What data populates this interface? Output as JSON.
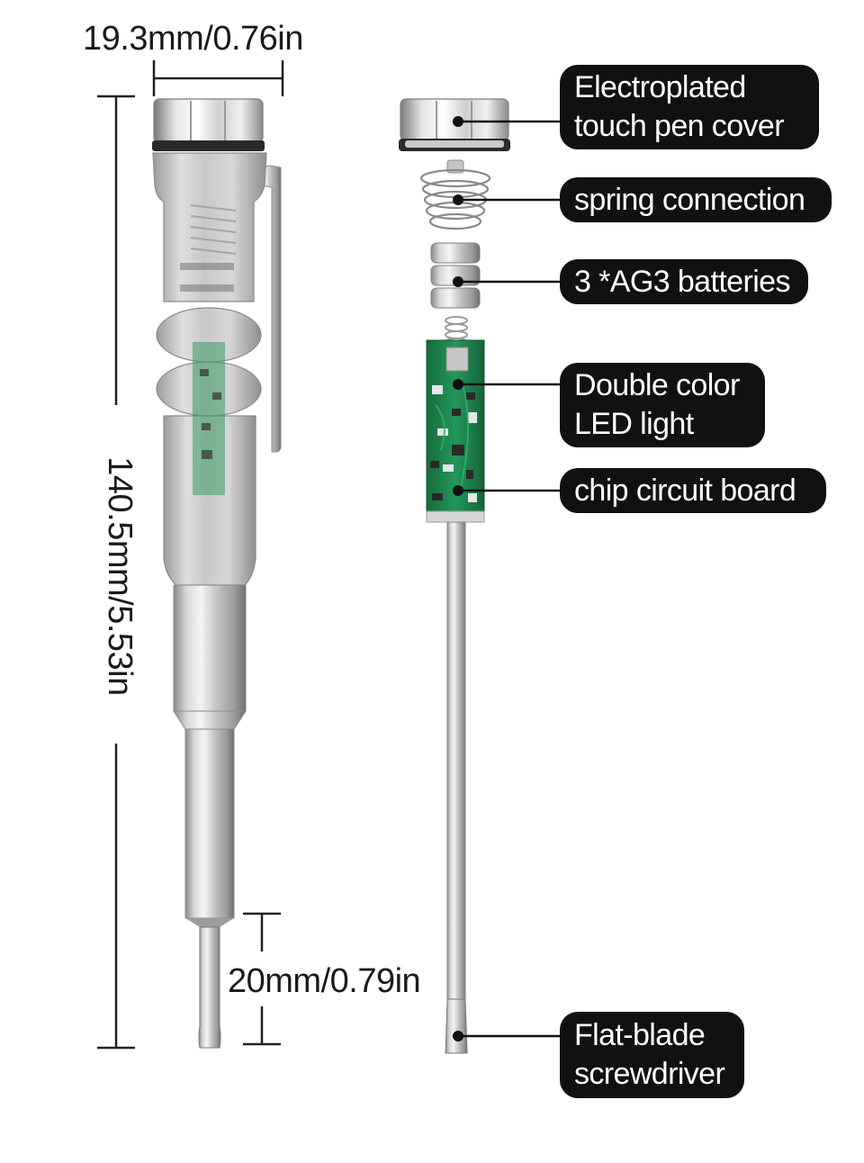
{
  "dimensions": {
    "width_label": "19.3mm/0.76in",
    "length_label": "140.5mm/5.53in",
    "blade_label": "20mm/0.79in"
  },
  "callouts": {
    "cover": {
      "line1": "Electroplated",
      "line2": "touch pen cover"
    },
    "spring": {
      "line1": "spring connection"
    },
    "batteries": {
      "line1": "3 *AG3 batteries"
    },
    "led": {
      "line1": "Double color",
      "line2": "LED light"
    },
    "board": {
      "line1": "chip circuit board"
    },
    "blade": {
      "line1": "Flat-blade",
      "line2": "screwdriver"
    }
  },
  "colors": {
    "callout_bg": "#111111",
    "callout_text": "#ffffff",
    "pcb_green": "#1f8a4c",
    "metal": "#bdbdbd"
  }
}
